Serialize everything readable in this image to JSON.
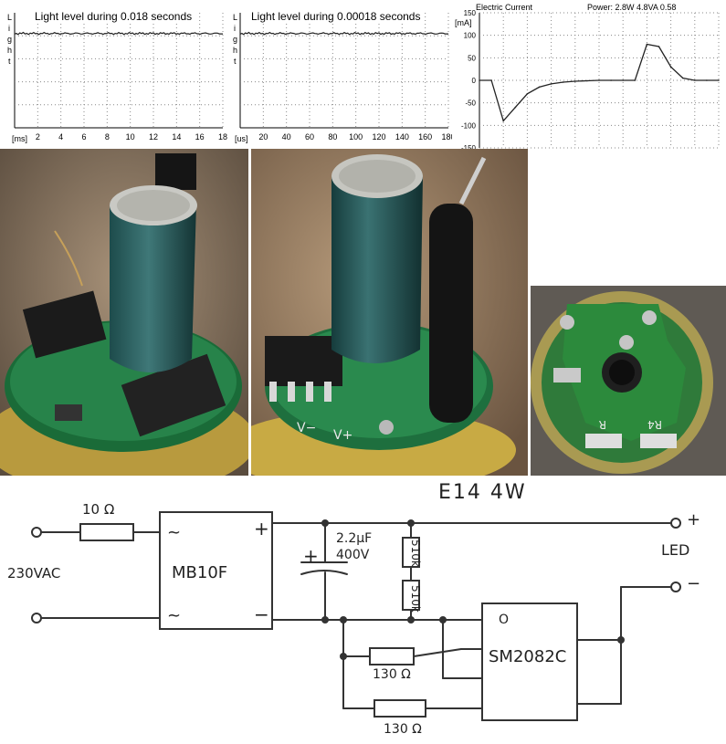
{
  "charts": {
    "light1": {
      "title": "Light level during 0.018 seconds",
      "ylabel_letters": [
        "L",
        "i",
        "g",
        "h",
        "t"
      ],
      "unit": "[ms]",
      "ticks": [
        "2",
        "4",
        "6",
        "8",
        "10",
        "12",
        "14",
        "16",
        "18"
      ]
    },
    "light2": {
      "title": "Light level during 0.00018 seconds",
      "ylabel_letters": [
        "L",
        "i",
        "g",
        "h",
        "t"
      ],
      "unit": "[us]",
      "ticks": [
        "20",
        "40",
        "60",
        "80",
        "100",
        "120",
        "140",
        "160",
        "180"
      ]
    },
    "current": {
      "title": "Electric Current",
      "power": "Power: 2.8W 4.8VA 0.58",
      "unit": "[mA]",
      "yticks": [
        "150",
        "100",
        "50",
        "0",
        "-50",
        "-100",
        "-150"
      ]
    }
  },
  "chart_data": [
    {
      "type": "line",
      "title": "Light level during 0.018 seconds",
      "xlabel": "[ms]",
      "xlim": [
        0,
        18
      ],
      "ylabel": "Light",
      "series": [
        {
          "values": [
            0.82,
            0.82,
            0.82,
            0.82,
            0.82,
            0.82,
            0.82,
            0.82,
            0.82,
            0.82
          ]
        }
      ],
      "grid": true
    },
    {
      "type": "line",
      "title": "Light level during 0.00018 seconds",
      "xlabel": "[us]",
      "xlim": [
        0,
        180
      ],
      "ylabel": "Light",
      "series": [
        {
          "values": [
            0.82,
            0.82,
            0.82,
            0.82,
            0.82,
            0.82,
            0.82,
            0.82,
            0.82,
            0.82
          ]
        }
      ],
      "grid": true
    },
    {
      "type": "line",
      "title": "Electric Current",
      "ylabel": "[mA]",
      "ylim": [
        -150,
        150
      ],
      "x": [
        0,
        1,
        2,
        3,
        4,
        5,
        6,
        7,
        8,
        9,
        10,
        11,
        12,
        13,
        14,
        15,
        16,
        17,
        18,
        19,
        20
      ],
      "series": [
        {
          "values": [
            0,
            0,
            -90,
            -60,
            -30,
            -15,
            -8,
            -4,
            -2,
            -1,
            0,
            0,
            0,
            0,
            80,
            75,
            30,
            5,
            0,
            0,
            0
          ]
        }
      ],
      "grid": true
    }
  ],
  "schematic": {
    "title": "E14 4W",
    "resistor_in": "10 Ω",
    "input": "230VAC",
    "bridge": "MB10F",
    "bridge_plus": "+",
    "bridge_minus": "−",
    "bridge_ac1": "~",
    "bridge_ac2": "~",
    "cap_polarity": "+",
    "cap_value": "2.2µF",
    "cap_voltage": "400V",
    "r_div1": "510k",
    "r_div2": "510k",
    "ic": "SM2082C",
    "ic_pin1": "O",
    "r_sense1": "130 Ω",
    "r_sense2": "130 Ω",
    "led_label": "LED",
    "led_plus": "+",
    "led_minus": "−"
  },
  "pcb_labels": {
    "v_minus": "V−",
    "v_plus": "V+",
    "r_right": "R4",
    "r_left": "R"
  }
}
